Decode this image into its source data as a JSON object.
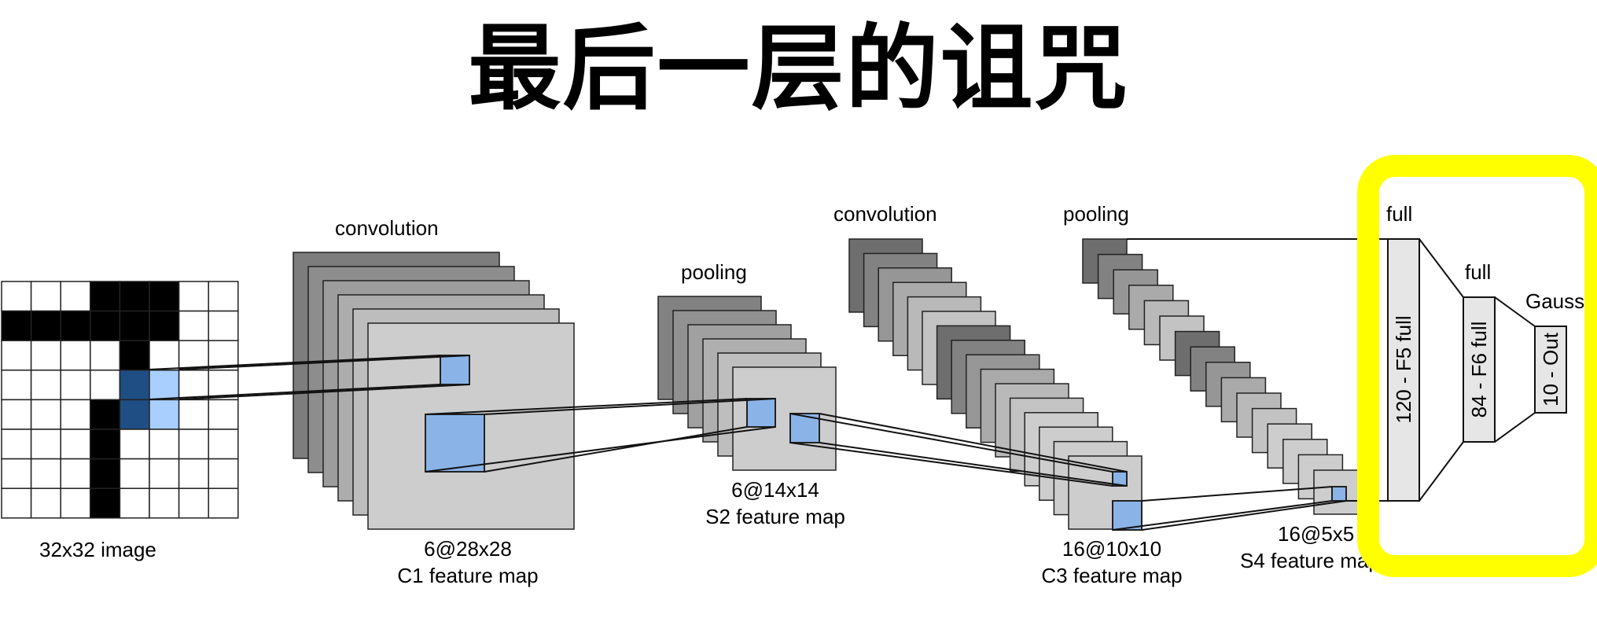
{
  "title": "最后一层的诅咒",
  "labels": {
    "input_caption": "32x32 image",
    "conv1_top": "convolution",
    "c1_size": "6@28x28",
    "c1_name": "C1 feature map",
    "pool1_top": "pooling",
    "s2_size": "6@14x14",
    "s2_name": "S2 feature map",
    "conv2_top": "convolution",
    "c3_size": "16@10x10",
    "c3_name": "C3 feature map",
    "pool2_top": "pooling",
    "s4_size": "16@5x5",
    "s4_name": "S4 feature map",
    "full1_top": "full",
    "full2_top": "full",
    "gauss_top": "Gauss",
    "f5_label": "120 - F5 full",
    "f6_label": "84 - F6 full",
    "out_label": "10 - Out"
  },
  "colors": {
    "highlight": "#ffff00",
    "blue": "#8ab4e8",
    "dark_blue": "#1f4e85",
    "light_blue": "#a8cfff"
  }
}
